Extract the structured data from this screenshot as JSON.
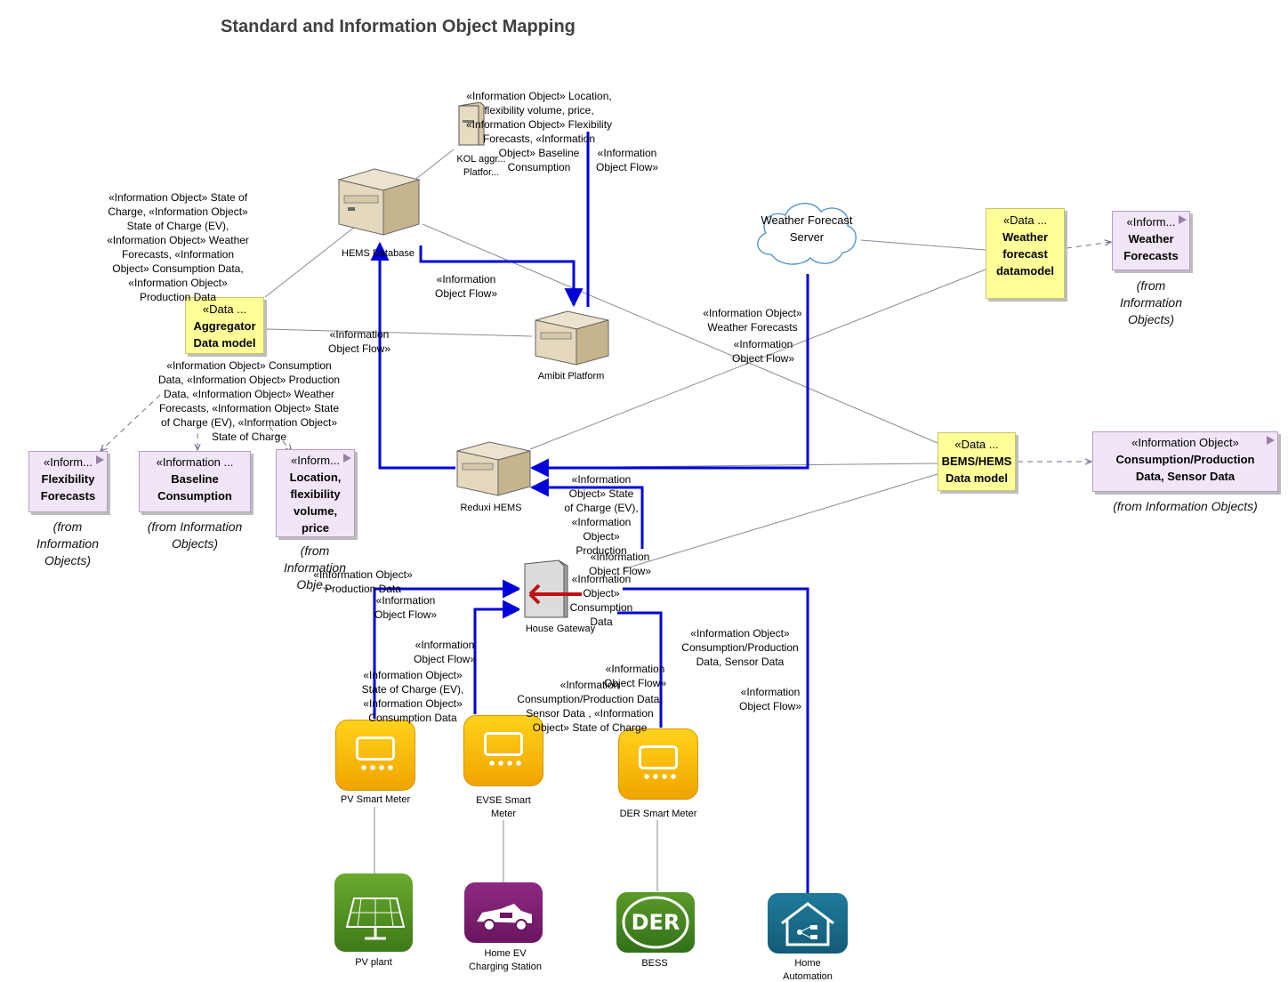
{
  "title": "Standard and Information Object Mapping",
  "colors": {
    "flow": "#0000d8",
    "note_fill": "#ffff99",
    "class_fill": "#f1e6f7",
    "meter": "#f7b500",
    "pv": "#4a8a1e",
    "ev": "#7a1c6e",
    "der": "#3f7f1a",
    "home": "#1a6a86"
  },
  "nodes": {
    "kol": "KOL aggr...\nPlatfor...",
    "hems_db": "HEMS Database",
    "amibit": "Amibit Platform",
    "reduxi": "Reduxi HEMS",
    "weather_server": "Weather Forecast\nServer",
    "gateway": "House Gateway",
    "pv_meter": "PV Smart Meter",
    "evse_meter": "EVSE Smart\nMeter",
    "der_meter": "DER Smart Meter",
    "pv_plant": "PV plant",
    "ev_station": "Home EV\nCharging Station",
    "bess": "BESS",
    "home_automation": "Home\nAutomation",
    "der_logo": "DER"
  },
  "notes": {
    "aggregator": {
      "stereo": "«Data ...",
      "name": "Aggregator\nData model"
    },
    "weather": {
      "stereo": "«Data ...",
      "name": "Weather\nforecast\ndatamodel"
    },
    "bems": {
      "stereo": "«Data ...",
      "name": "BEMS/HEMS\nData model"
    }
  },
  "classes": {
    "weather_forecasts": {
      "stereo": "«Inform...",
      "name": "Weather\nForecasts",
      "from": "(from\nInformation\nObjects)"
    },
    "flexibility": {
      "stereo": "«Inform...",
      "name": "Flexibility\nForecasts",
      "from": "(from\nInformation\nObjects)"
    },
    "baseline": {
      "stereo": "«Information ...",
      "name": "Baseline\nConsumption",
      "from": "(from Information\nObjects)"
    },
    "location": {
      "stereo": "«Inform...",
      "name": "Location,\nflexibility\nvolume,\nprice",
      "from": "(from\nInformation\nObje..."
    },
    "consumption": {
      "stereo": "«Information Object»",
      "name": "Consumption/Production\nData, Sensor Data",
      "from": "(from Information Objects)"
    }
  },
  "labels": {
    "kol_objects": "«Information Object» Location,\nflexibility volume, price,\n«Information Object» Flexibility\nForecasts, «Information\nObject» Baseline\nConsumption",
    "kol_flow": "«Information\nObject Flow»",
    "db_objects": "«Information Object» State of\nCharge, «Information Object»\nState of Charge (EV),\n«Information Object» Weather\nForecasts, «Information\nObject» Consumption Data,\n«Information Object»\nProduction Data",
    "db_amibit_flow": "«Information\nObject Flow»",
    "agg_flow": "«Information\nObject Flow»",
    "weather_objects": "«Information Object»\nWeather Forecasts",
    "weather_flow": "«Information\nObject Flow»",
    "agg_objects": "«Information Object» Consumption\nData, «Information Object» Production\nData, «Information Object» Weather\nForecasts, «Information Object» State\nof Charge (EV), «Information Object»\nState of Charge",
    "gw_reduxi_objects": "«Information\nObject» State\nof Charge (EV),\n«Information\nObject»\nProduction",
    "gw_reduxi_flow": "«Information\nObject Flow»",
    "gw_consumption": "«Information\nObject»\nConsumption\nData",
    "pv_objects": "«Information Object»\nProduction Data",
    "pv_flow": "«Information\nObject Flow»",
    "evse_flow": "«Information\nObject Flow»",
    "evse_objects": "«Information Object»\nState of Charge (EV),\n«Information Object»\nConsumption Data",
    "der_flow": "«Information\nObject Flow»",
    "der_objects": "«Information\nConsumption/Production Data,\nSensor Data , «Information\nObject» State of Charge",
    "home_objects": "«Information Object»\nConsumption/Production\nData, Sensor Data",
    "home_flow": "«Information\nObject Flow»"
  }
}
